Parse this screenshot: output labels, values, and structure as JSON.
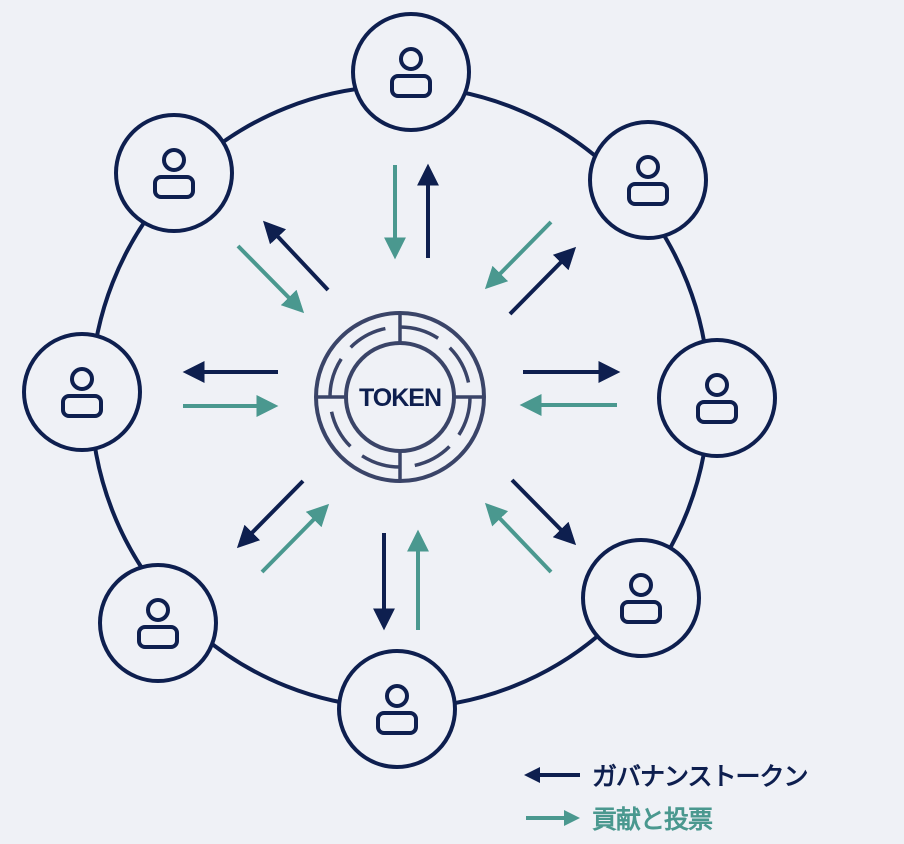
{
  "center_label": "TOKEN",
  "legend": {
    "governance_token": "ガバナンストークン",
    "contribution_vote": "貢献と投票"
  },
  "colors": {
    "background": "#eff1f6",
    "navy": "#0e1f4f",
    "teal": "#4a988f",
    "token_ring": "#3a4468"
  },
  "participants": [
    {
      "name": "participant-top",
      "icon": "person-icon"
    },
    {
      "name": "participant-top-right",
      "icon": "person-icon"
    },
    {
      "name": "participant-right",
      "icon": "person-icon"
    },
    {
      "name": "participant-bottom-right",
      "icon": "person-icon"
    },
    {
      "name": "participant-bottom",
      "icon": "person-icon"
    },
    {
      "name": "participant-bottom-left",
      "icon": "person-icon"
    },
    {
      "name": "participant-left",
      "icon": "person-icon"
    },
    {
      "name": "participant-top-left",
      "icon": "person-icon"
    }
  ]
}
